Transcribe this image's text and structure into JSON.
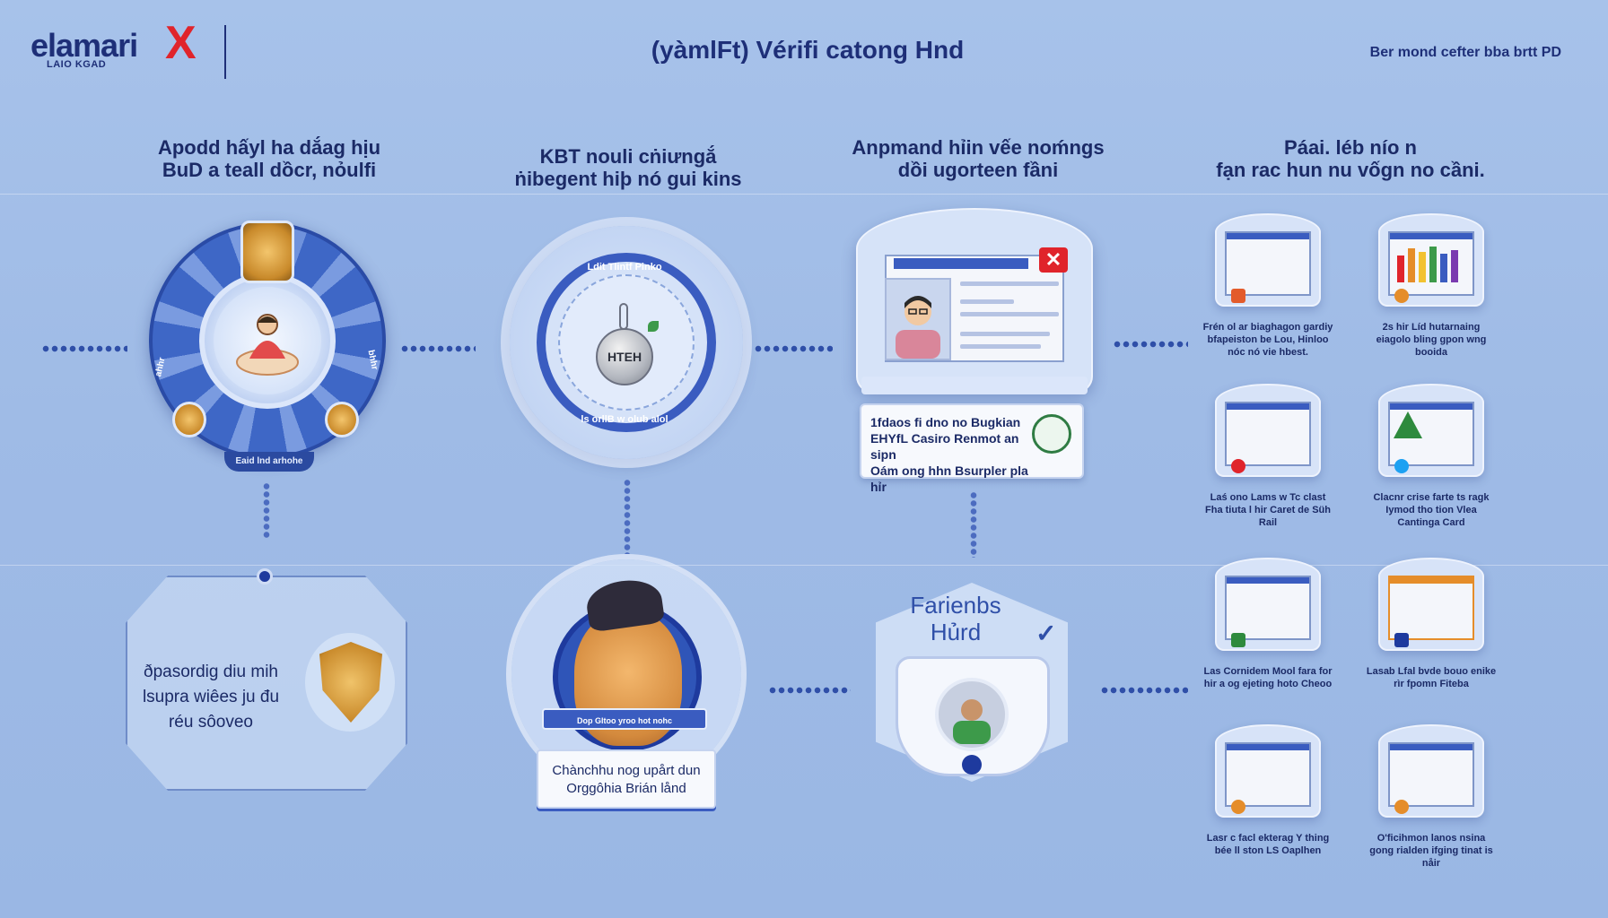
{
  "header": {
    "logo_text": "elamari",
    "logo_mark": "X",
    "logo_subtitle": "LAIO KGAD",
    "title": "(yàmlFt) Vérifi catong Hnd",
    "right_text": "Ber mond cefter bba brtt PD"
  },
  "columns": [
    {
      "heading_line1": "Apodd hấyl ha dắag hịu",
      "heading_line2": "BuD a teall dồcr, nỏulfi"
    },
    {
      "heading_line1": "KBT nouli cṅiưngắ",
      "heading_line2": "ṅibegent hiþ nó gui kins"
    },
    {
      "heading_line1": "Anpmand hỉin vếe noḿngs",
      "heading_line2": "dồi ugorteen fầni"
    },
    {
      "heading_line1": "Páai. léb nío n",
      "heading_line2": "fạn rac hun nu vốgn no cầni."
    }
  ],
  "stage1": {
    "wheel_label": "Eaid lnd arhohe",
    "side_left": "ahhr",
    "side_right": "bhhr"
  },
  "stage2": {
    "seal_token": "HTEH",
    "seal_top": "Ldit Tlintf    Pinko",
    "seal_bottom": "ls orllB w olub alol"
  },
  "stage3": {
    "close_symbol": "✕",
    "caption_line1": "1fdaos fi dno no Bugkian",
    "caption_line2": "EHYfL Casiro Renmot an sipn",
    "caption_line3": "Oám ong hhn Bsurpler pla hỉr"
  },
  "stage4_cards": [
    {
      "caption": "Frén ol ar biaghagon gardiy bfapeiston be Lou, Hinloo nóc nó vie hbest.",
      "accent": "#e35b2b"
    },
    {
      "caption": "2s hir Líd hutarnaing eiagolo bling gpon wng booida",
      "accent": "#e58d2a"
    },
    {
      "caption": "Laś ono Lams w Tc clast Fha tiuta l hir Caret de Süh Rail",
      "accent": "#e0242b"
    },
    {
      "caption": "Clacnr crise farte ts ragk Iymod tho tion Vlea Cantinga Card",
      "accent": "#2e8a3d"
    },
    {
      "caption": "Las Cornidem Mool fara for hir a og ejeting hoto Cheoo",
      "accent": "#2e8a3d"
    },
    {
      "caption": "Lasab Lfal bvde bouo enike rìr fpomn Fiteba",
      "accent": "#1e3a9e"
    },
    {
      "caption": "Lasr c facl ekterag Y thing bée ll ston LS Oaplhen",
      "accent": "#e58d2a"
    },
    {
      "caption": "O'ficihmon lanos nsina gong rialden ifging tinat is nåir",
      "accent": "#e58d2a"
    }
  ],
  "bottom": {
    "hex_line1": "ðpasordig diu mih",
    "hex_line2": "lsupra wiêes ju đu",
    "hex_line3": "réu sôoveo",
    "mascot_ribbon": "Dop Gltoo yroo hot nohc",
    "mascot_caption_line1": "Chànchhu nog upårt dun",
    "mascot_caption_line2": "Orggôhia Brián lånd",
    "badge_title_line1": "Farienbs",
    "badge_title_line2": "Hủrd",
    "check_symbol": "✓"
  }
}
